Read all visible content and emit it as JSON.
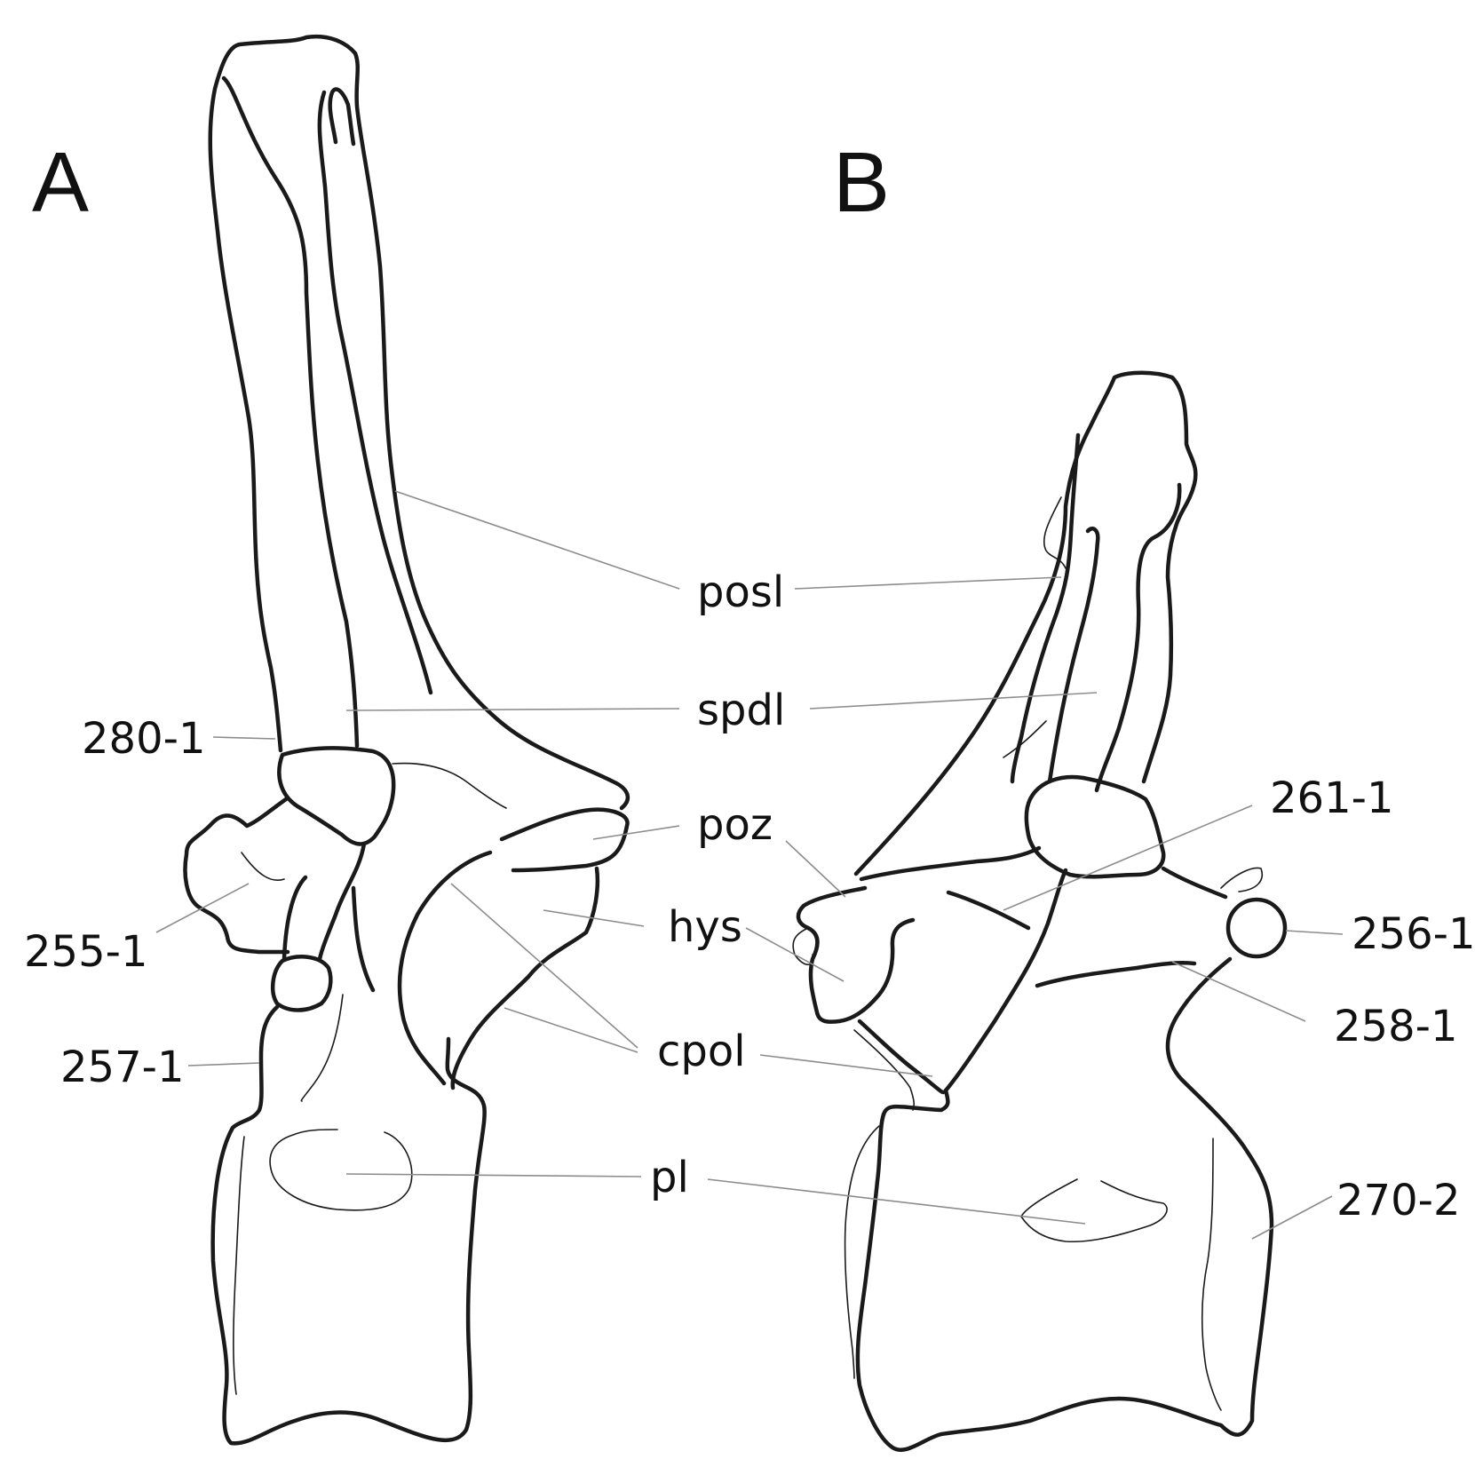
{
  "panels": {
    "a": "A",
    "b": "B"
  },
  "labels": {
    "posl": "posl",
    "spdl": "spdl",
    "poz": "poz",
    "hys": "hys",
    "cpol": "cpol",
    "pl": "pl",
    "n280_1": "280-1",
    "n255_1": "255-1",
    "n257_1": "257-1",
    "n261_1": "261-1",
    "n256_1": "256-1",
    "n258_1": "258-1",
    "n270_2": "270-2"
  }
}
